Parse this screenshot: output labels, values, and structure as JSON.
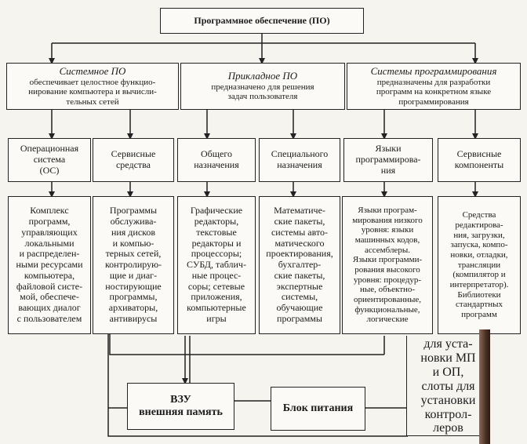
{
  "root": {
    "title": "Программное обеспечение (ПО)"
  },
  "categories": [
    {
      "title": "Системное ПО",
      "desc": "обеспечивает целостное функцио-\nнирование компьютера и вычисли-\nтельных сетей"
    },
    {
      "title": "Прикладное ПО",
      "desc": "предназначено для решения\nзадач пользователя"
    },
    {
      "title": "Системы программирования",
      "desc": "предназначены для разработки\nпрограмм на конкретном языке\nпрограммирования"
    }
  ],
  "subcategories": [
    {
      "label": "Операционная\nсистема\n(ОС)",
      "desc": "Комплекс\nпрограмм,\nуправляющих\nлокальными\nи распределен-\nными ресурсами\nкомпьютера,\nфайловой систе-\nмой, обеспече-\nвающих диалог\nс пользователем"
    },
    {
      "label": "Сервисные\nсредства",
      "desc": "Программы\nобслужива-\nния дисков\nи компью-\nтерных сетей,\nконтролирую-\nщие и диаг-\nностирующие\nпрограммы,\nархиваторы,\nантивирусы"
    },
    {
      "label": "Общего\nназначения",
      "desc": "Графические\nредакторы,\nтекстовые\nредакторы и\nпроцессоры;\nСУБД, таблич-\nные процес-\nсоры; сетевые\nприложения,\nкомпьютерные\nигры"
    },
    {
      "label": "Специального\nназначения",
      "desc": "Математиче-\nские пакеты,\nсистемы авто-\nматического\nпроектирования,\nбухгалтер-\nские пакеты,\nэкспертные\nсистемы,\nобучающие\nпрограммы"
    },
    {
      "label": "Языки\nпрограммирова-\nния",
      "desc": "Языки програм-\nмирования низкого\nуровня: языки\nмашинных кодов,\nассемблеры.\nЯзыки программи-\nрования высокого\nуровня: процедур-\nные, объектно-\nориентированные,\nфункциональные,\nлогические"
    },
    {
      "label": "Сервисные\nкомпоненты",
      "desc": "Средства\nредактирова-\nния, загрузки,\nзапуска, компо-\nновки, отладки,\nтрансляции\n(компилятор и\nинтерпретатор).\nБиблиотеки\nстандартных\nпрограмм"
    }
  ],
  "bottom": {
    "vzu": "ВЗУ\nвнешняя память",
    "power": "Блок питания",
    "note": "для уста-\nновки МП\nи ОП,\nслоты для\nустановки\nконтрол-\nлеров"
  }
}
